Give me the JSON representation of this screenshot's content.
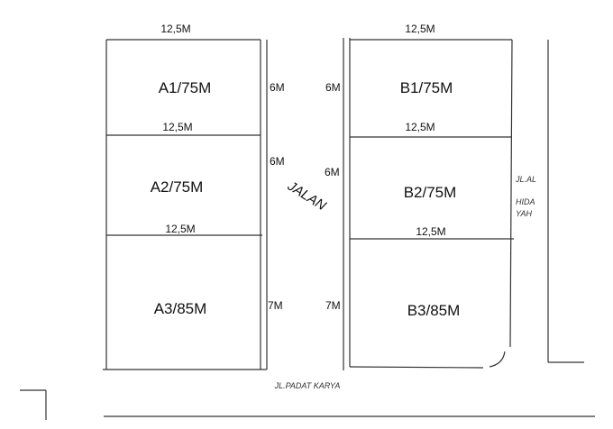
{
  "lots": {
    "a1": "A1/75M",
    "a2": "A2/75M",
    "a3": "A3/85M",
    "b1": "B1/75M",
    "b2": "B2/75M",
    "b3": "B3/85M"
  },
  "widths": {
    "a_top": "12,5M",
    "b_top": "12,5M",
    "a12": "12,5M",
    "b12": "12,5M",
    "a23": "12,5M",
    "b23": "12,5M"
  },
  "depths": {
    "a1": "6M",
    "b1": "6M",
    "a2": "6M",
    "b2": "6M",
    "a3": "7M",
    "b3": "7M"
  },
  "roads": {
    "middle": "JALAN",
    "right_line1": "JL.AL",
    "right_line2": "HIDA",
    "right_line3": "YAH",
    "bottom": "JL.PADAT KARYA"
  }
}
